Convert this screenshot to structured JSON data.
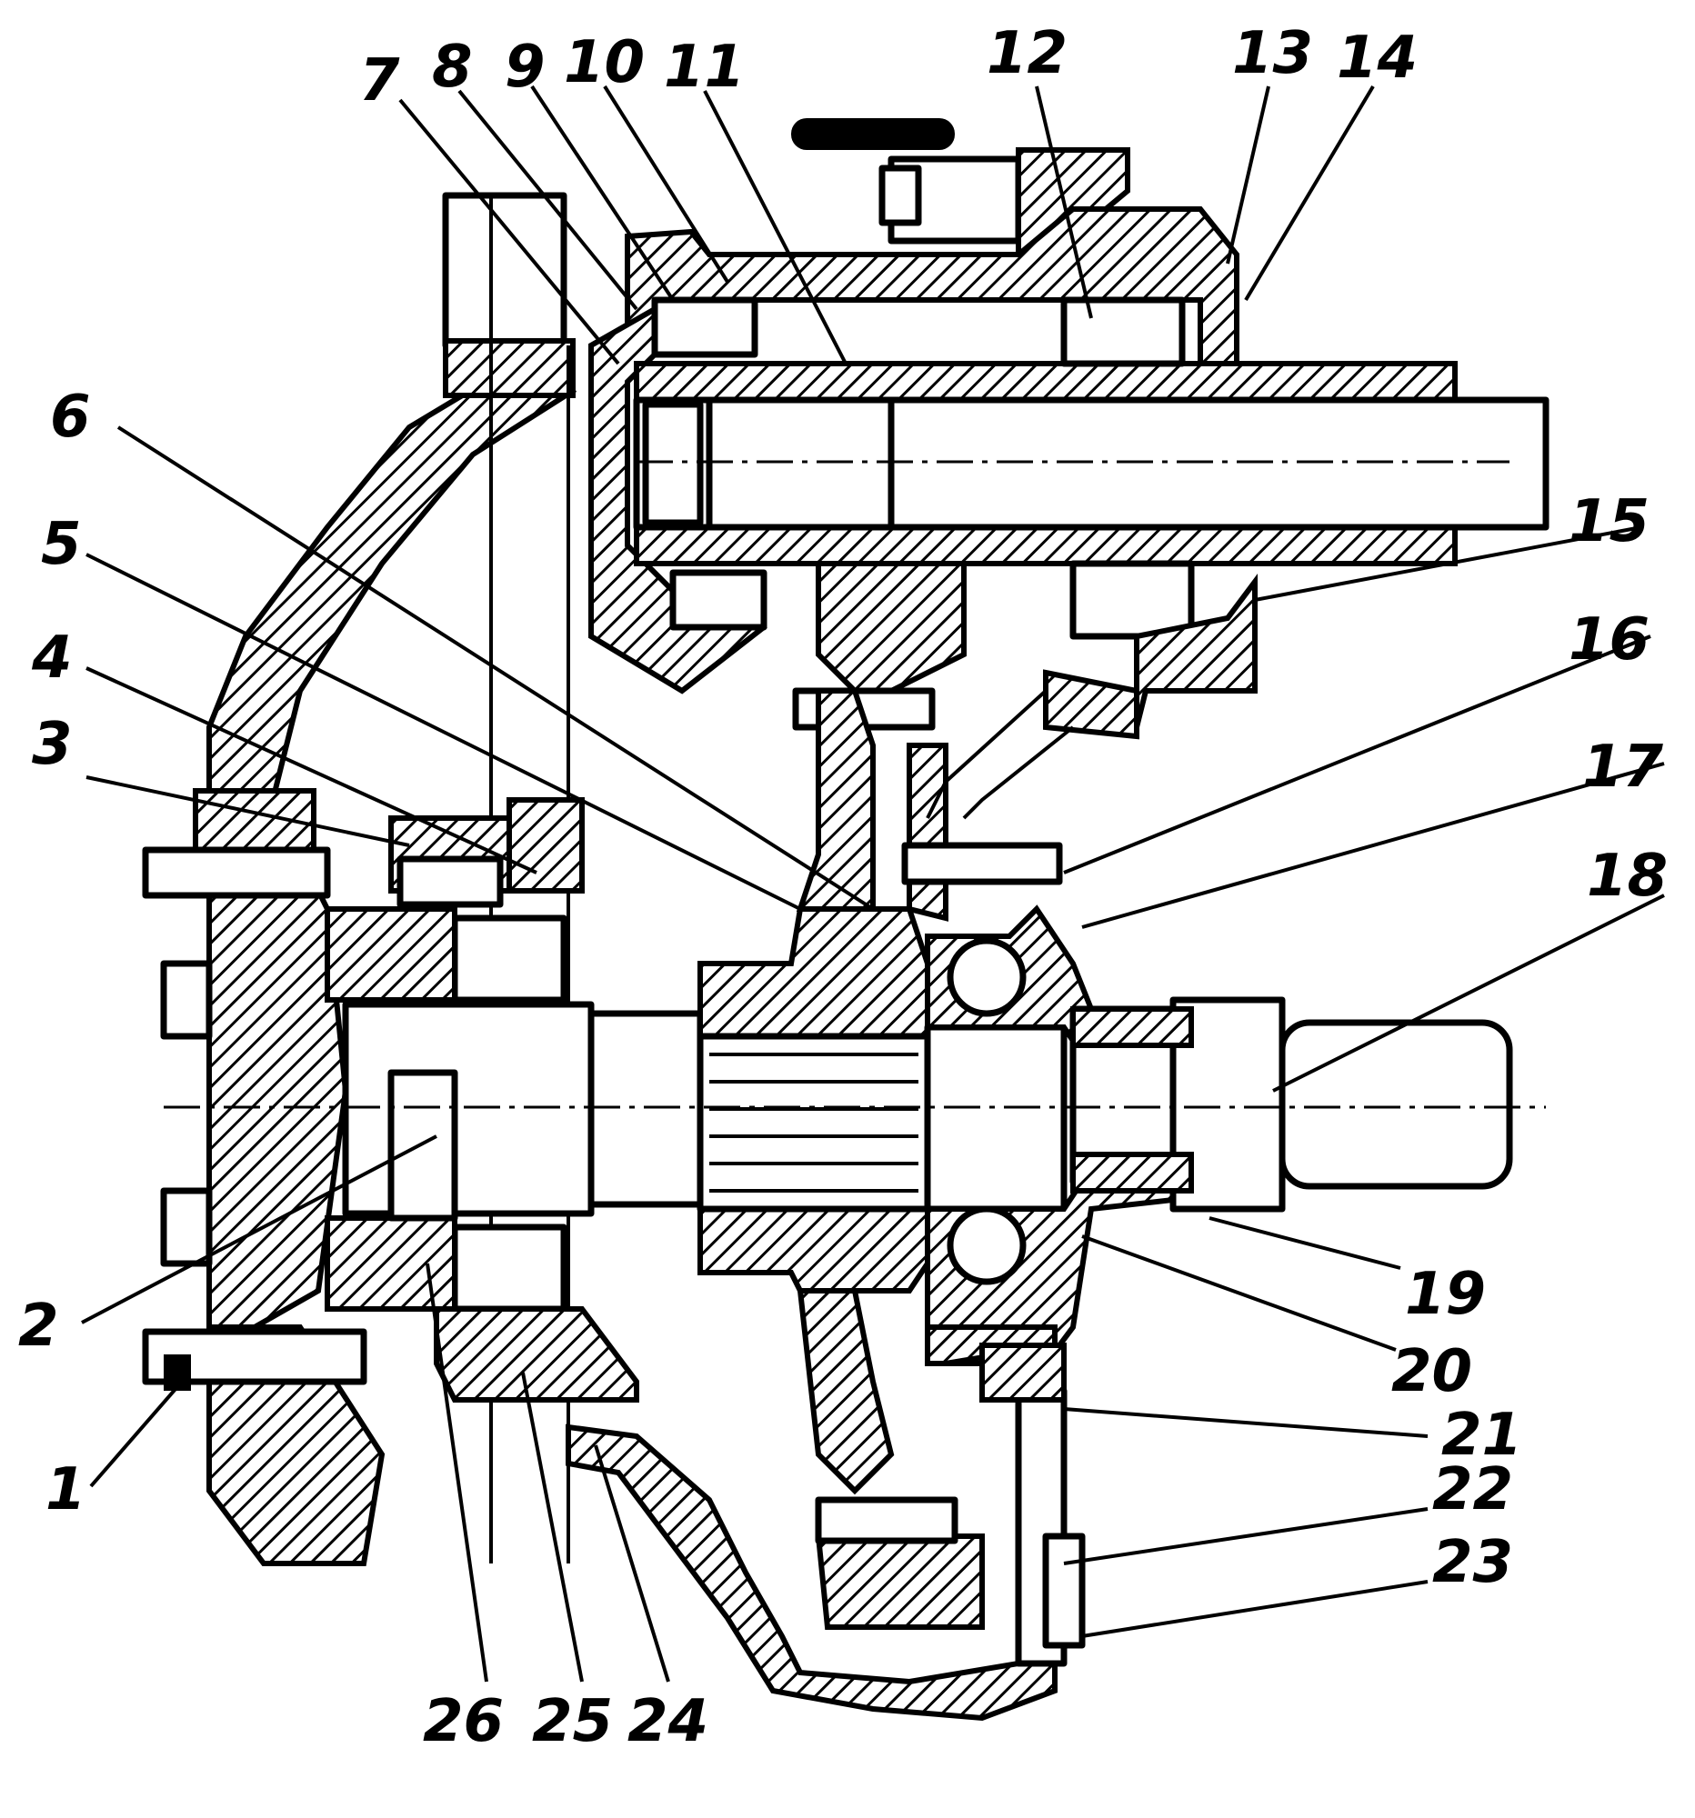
{
  "labels": [
    "1",
    "2",
    "3",
    "4",
    "5",
    "6",
    "7",
    "8",
    "9",
    "10",
    "11",
    "12",
    "13",
    "14",
    "15",
    "16",
    "17",
    "18",
    "19",
    "20",
    "21",
    "22",
    "23",
    "24",
    "25",
    "26"
  ]
}
